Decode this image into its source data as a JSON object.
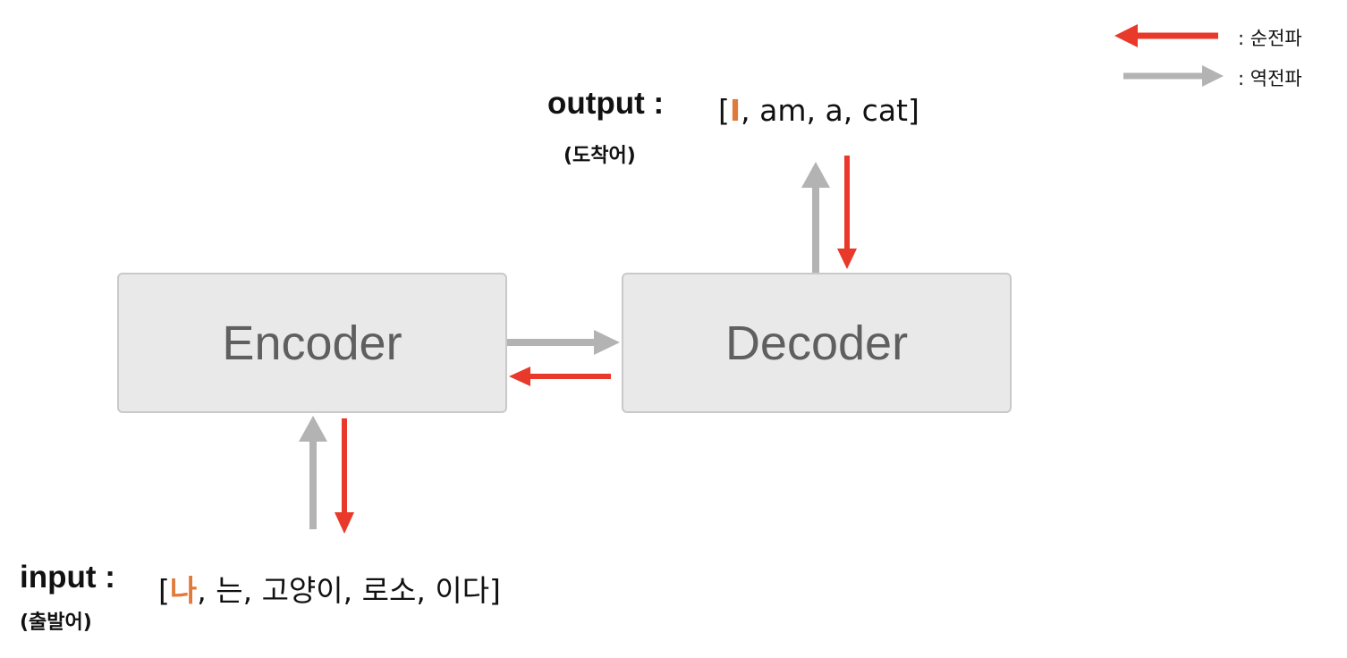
{
  "encoder": {
    "label": "Encoder"
  },
  "decoder": {
    "label": "Decoder"
  },
  "output": {
    "label": "output :",
    "sublabel": "(도착어)",
    "open": "[",
    "first": "I",
    "rest": ", am, a, cat]"
  },
  "input": {
    "label": "input :",
    "sublabel": "(출발어)",
    "open": "[",
    "first": "나",
    "rest": ", 는, 고양이, 로소, 이다]"
  },
  "legend": {
    "forward": ": 순전파",
    "backward": ": 역전파"
  },
  "colors": {
    "forward_arrow": "#e8392a",
    "backward_arrow": "#b3b3b3",
    "highlight": "#e07a3a"
  }
}
